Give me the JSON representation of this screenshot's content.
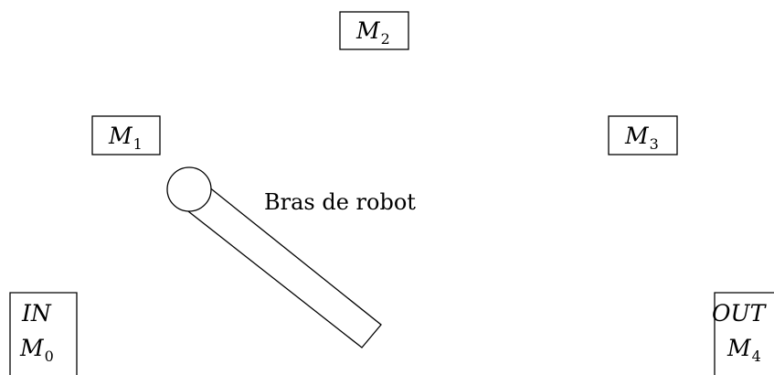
{
  "diagram": {
    "machines": {
      "m0": {
        "letter": "M",
        "sub": "0"
      },
      "m1": {
        "letter": "M",
        "sub": "1"
      },
      "m2": {
        "letter": "M",
        "sub": "2"
      },
      "m3": {
        "letter": "M",
        "sub": "3"
      },
      "m4": {
        "letter": "M",
        "sub": "4"
      }
    },
    "in_label": "IN",
    "out_label": "OUT",
    "robot_label": "Bras de robot"
  }
}
